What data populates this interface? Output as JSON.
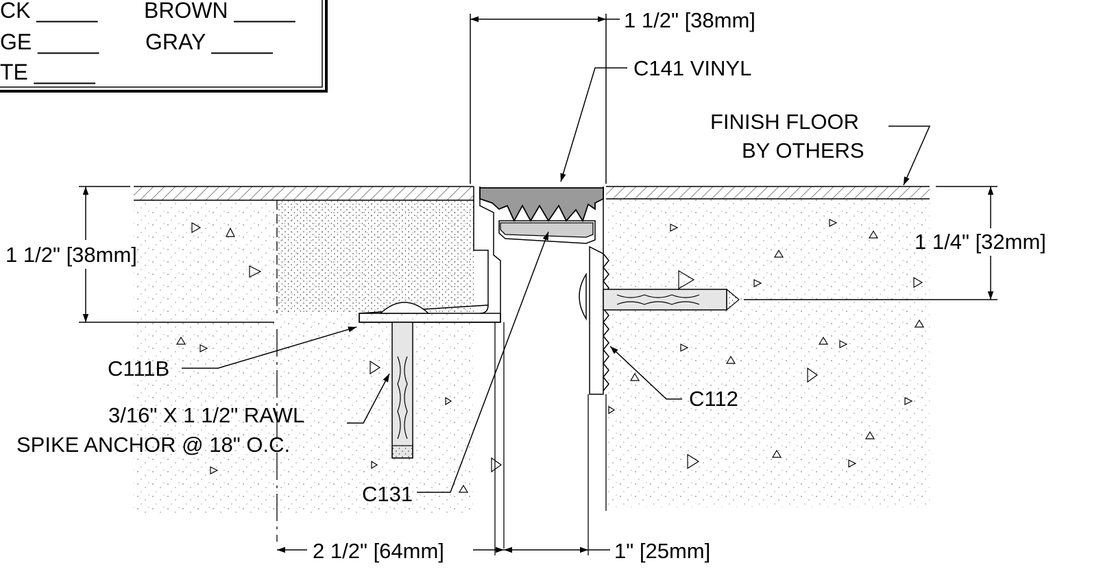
{
  "legend": {
    "col1": [
      "CK _____",
      "GE _____",
      "TE _____"
    ],
    "col2": [
      "BROWN _____",
      "GRAY _____"
    ]
  },
  "dimensions": {
    "top_width": "1 1/2\" [38mm]",
    "left_depth": "1 1/2\" [38mm]",
    "right_depth": "1 1/4\" [32mm]",
    "bottom_left": "2 1/2\" [64mm]",
    "bottom_right": "1\" [25mm]"
  },
  "callouts": {
    "vinyl": "C141 VINYL",
    "finish_floor_1": "FINISH FLOOR",
    "finish_floor_2": "BY OTHERS",
    "c111b": "C111B",
    "anchor_1": "3/16\" X 1 1/2\" RAWL",
    "anchor_2": "SPIKE ANCHOR @ 18\" O.C.",
    "c112": "C112",
    "c131": "C131"
  },
  "colors": {
    "line": "#000000",
    "vinyl_fill": "#9a9a9a",
    "grout_fill": "#d6d6d6"
  }
}
